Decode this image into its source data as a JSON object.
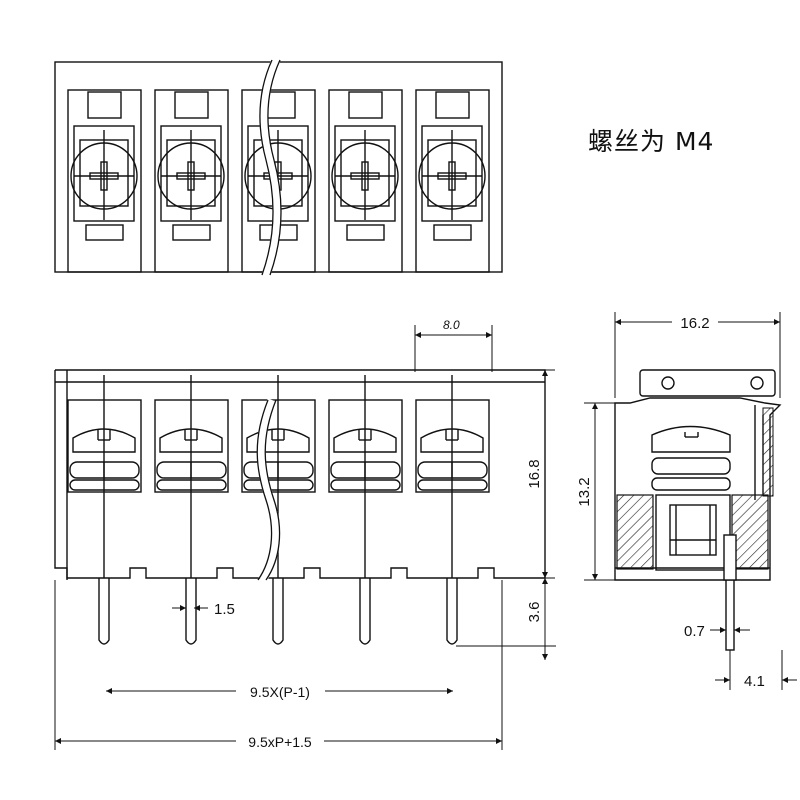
{
  "note": "螺丝为 M4",
  "dimensions": {
    "pitch_top": "8.0",
    "pin_width": "1.5",
    "span_pins": "9.5X(P-1)",
    "overall_length": "9.5xP+1.5",
    "height_body": "16.8",
    "pin_length": "3.6",
    "side_width": "16.2",
    "side_height": "13.2",
    "side_pin": "0.7",
    "side_offset": "4.1"
  }
}
